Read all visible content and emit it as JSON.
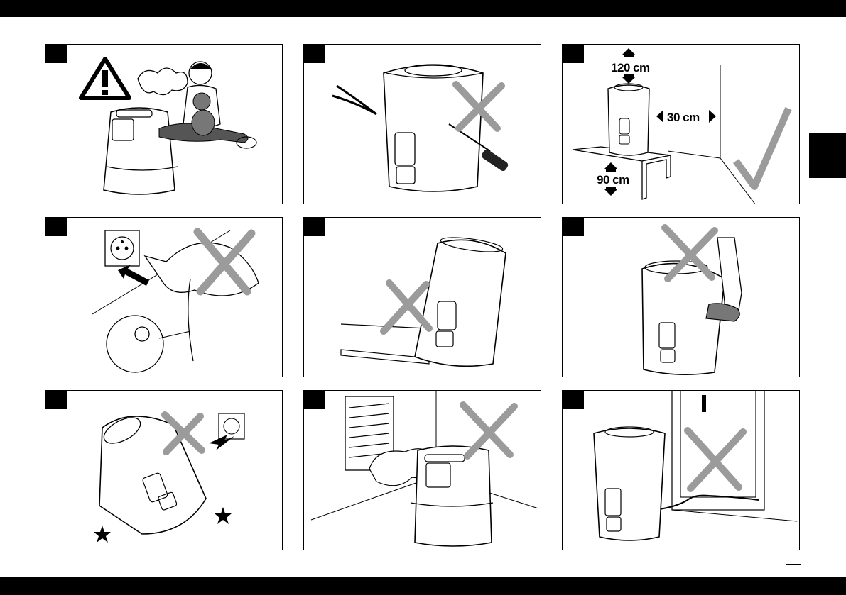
{
  "clearances": {
    "top": "120 cm",
    "side": "30 cm",
    "front": "90 cm"
  },
  "colors": {
    "bar": "#000000",
    "cross_mark": "#9b9b9b",
    "check_mark": "#9b9b9b",
    "line_art": "#000000"
  },
  "panels": [
    {
      "id": 1,
      "icon": "warning-triangle-icon",
      "verdict": "warning"
    },
    {
      "id": 2,
      "icon": "tools-icon",
      "verdict": "not-allowed"
    },
    {
      "id": 3,
      "icon": "checkmark-icon",
      "verdict": "allowed"
    },
    {
      "id": 4,
      "icon": "plug-icon",
      "verdict": "not-allowed"
    },
    {
      "id": 5,
      "icon": "tilt-icon",
      "verdict": "not-allowed"
    },
    {
      "id": 6,
      "icon": "kick-icon",
      "verdict": "not-allowed"
    },
    {
      "id": 7,
      "icon": "fall-icon",
      "verdict": "not-allowed"
    },
    {
      "id": 8,
      "icon": "vent-icon",
      "verdict": "not-allowed"
    },
    {
      "id": 9,
      "icon": "door-cable-icon",
      "verdict": "not-allowed"
    }
  ]
}
